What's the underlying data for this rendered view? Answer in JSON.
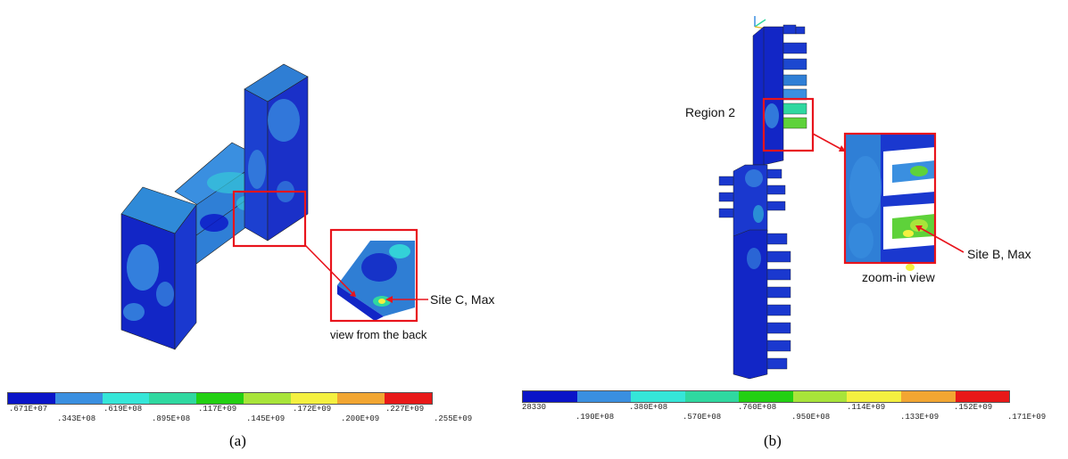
{
  "panel_a": {
    "caption": "(a)",
    "callout": "Site C, Max",
    "subcaption": "view from the back",
    "legend_top": [
      ".671E+07",
      ".619E+08",
      ".117E+09",
      ".172E+09",
      ".227E+09"
    ],
    "legend_bottom": [
      ".343E+08",
      ".895E+08",
      ".145E+09",
      ".200E+09",
      ".255E+09"
    ]
  },
  "panel_b": {
    "caption": "(b)",
    "region_label": "Region 2",
    "callout": "Site B, Max",
    "subcaption": "zoom-in view",
    "legend_top": [
      "28330",
      ".380E+08",
      ".760E+08",
      ".114E+09",
      ".152E+09"
    ],
    "legend_bottom": [
      ".190E+08",
      ".570E+08",
      ".950E+08",
      ".133E+09",
      ".171E+09"
    ]
  },
  "colors": {
    "contour_scale": [
      "#0a14c8",
      "#3a8fe0",
      "#35e6d8",
      "#2fd8a0",
      "#22d012",
      "#a8e43a",
      "#f4f040",
      "#f2a632",
      "#e81818"
    ],
    "highlight_box": "#e8141c",
    "arrow": "#e8141c"
  }
}
